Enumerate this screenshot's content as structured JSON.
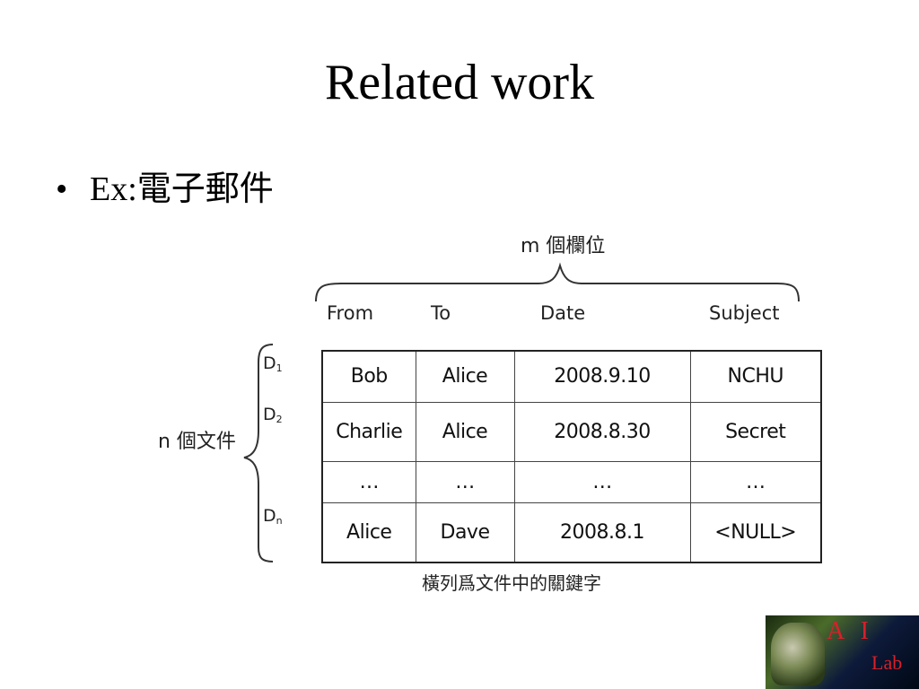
{
  "slide": {
    "title": "Related work",
    "bullet": "Ex:電子郵件"
  },
  "figure": {
    "m_label": "m 個欄位",
    "n_label": "n 個文件",
    "columns": [
      "From",
      "To",
      "Date",
      "Subject"
    ],
    "row_labels": [
      {
        "main": "D",
        "sub": "1"
      },
      {
        "main": "D",
        "sub": "2"
      },
      {
        "main": "D",
        "sub": "n"
      }
    ],
    "rows": [
      [
        "Bob",
        "Alice",
        "2008.9.10",
        "NCHU"
      ],
      [
        "Charlie",
        "Alice",
        "2008.8.30",
        "Secret"
      ],
      [
        "…",
        "…",
        "…",
        "…"
      ],
      [
        "Alice",
        "Dave",
        "2008.8.1",
        "<NULL>"
      ]
    ],
    "caption": "橫列爲文件中的關鍵字"
  },
  "logo": {
    "text_ai": "A I",
    "text_lab": "Lab"
  }
}
